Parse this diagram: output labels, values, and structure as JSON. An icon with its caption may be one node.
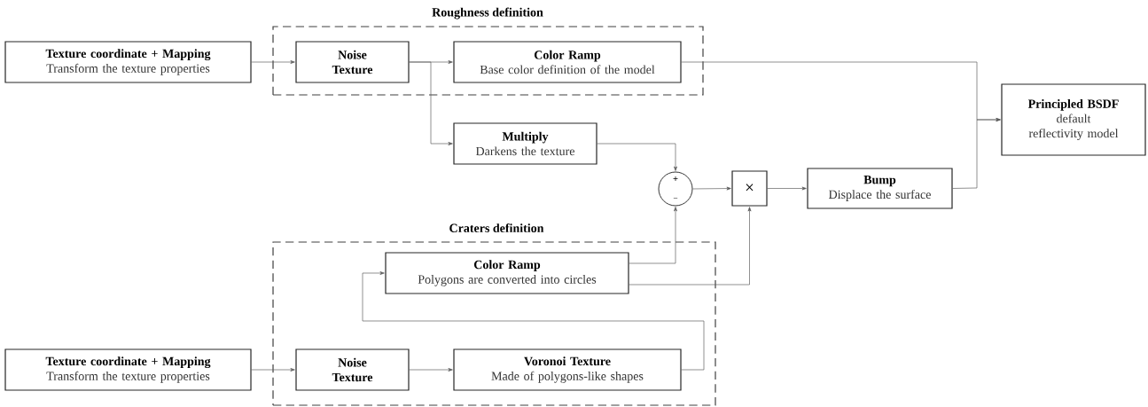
{
  "diagram": {
    "nodes": [
      {
        "text": [
          "Roughness definition"
        ]
      },
      {
        "text": [
          "Texture coordinate + Mapping",
          "Transform the texture properties"
        ]
      },
      {
        "text": [
          "Noise Texture"
        ],
        "in": 0
      },
      {
        "text": [
          "Color Ramp",
          "Base color definition of the model"
        ],
        "in": 0
      },
      {
        "text": [
          "Multiply",
          "Darkens the texture"
        ]
      },
      {
        "text": [
          "+",
          "−"
        ]
      },
      {
        "text": [
          "×"
        ]
      },
      {
        "text": [
          "Bump",
          "Displace the surface"
        ]
      },
      {
        "text": [
          "Principled BSDF",
          "default reflectivity model"
        ]
      },
      {
        "text": [
          "Craters definition"
        ]
      },
      {
        "text": [
          "Texture coordinate + Mapping",
          "Transform the texture properties"
        ]
      },
      {
        "text": [
          "Color Ramp",
          "Polygons are converted into circles"
        ],
        "in": 9
      },
      {
        "text": [
          "Noise Texture"
        ],
        "in": 9
      },
      {
        "text": [
          "Voronoi Texture",
          "Made of polygons-like shapes"
        ],
        "in": 9
      }
    ],
    "edges": [
      {
        "from": 1,
        "to": 2,
        "arrow": "to"
      },
      {
        "from": 2,
        "to": 3,
        "arrow": "to"
      },
      {
        "from": 2,
        "to": 4,
        "arrow": "to"
      },
      {
        "from": 3,
        "to": 8,
        "arrow": "to"
      },
      {
        "from": 4,
        "to": 5,
        "arrow": "to"
      },
      {
        "from": 5,
        "to": 6,
        "arrow": "to"
      },
      {
        "from": 6,
        "to": 7,
        "arrow": "to"
      },
      {
        "from": 7,
        "to": 8,
        "arrow": "to"
      },
      {
        "from": 11,
        "to": 5,
        "arrow": "to"
      },
      {
        "from": 11,
        "to": 6,
        "arrow": "to"
      },
      {
        "from": 10,
        "to": 12,
        "arrow": "to"
      },
      {
        "from": 12,
        "to": 13,
        "arrow": "to"
      },
      {
        "from": 13,
        "to": 11,
        "arrow": "to"
      }
    ]
  }
}
